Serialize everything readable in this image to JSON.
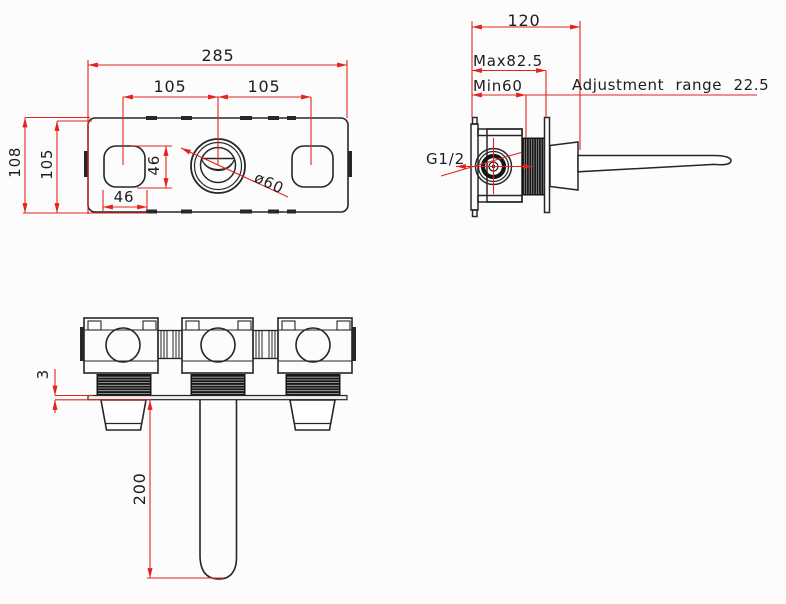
{
  "drawing": {
    "colors": {
      "line": "#262626",
      "dimension": "#e2251c",
      "background": "#fcfcfc"
    },
    "front_view": {
      "overall_width": "285",
      "center_spacing_left": "105",
      "center_spacing_right": "105",
      "overall_height": "108",
      "plate_height": "105",
      "hole_height": "46",
      "hole_width": "46",
      "knob_diameter": "ø60"
    },
    "side_view": {
      "depth": "120",
      "max_depth": "Max82.5",
      "min_depth": "Min60",
      "adjustment_range": "Adjustment range 22.5",
      "thread_size": "G1/2"
    },
    "bottom_view": {
      "plate_thickness": "3",
      "spout_length": "200"
    }
  }
}
